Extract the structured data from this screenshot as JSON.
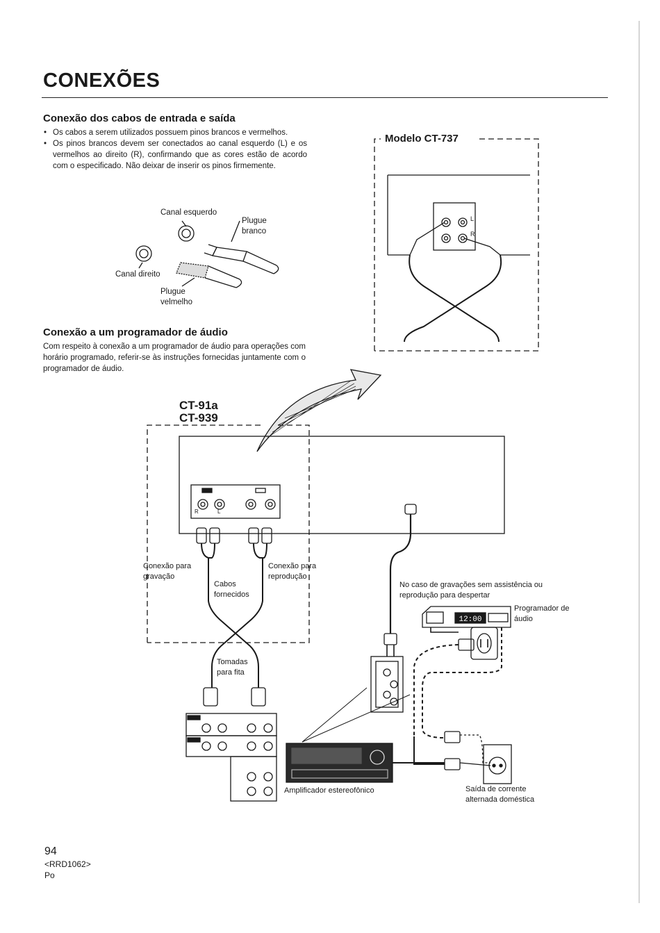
{
  "page": {
    "title": "CONEXÕES",
    "section1": {
      "heading": "Conexão dos cabos de entrada e saída",
      "bullets": [
        "Os cabos a serem utilizados possuem pinos brancos e vermelhos.",
        "Os pinos brancos devem ser conectados ao canal esquerdo (L) e os vermelhos ao direito (R), confirmando que as cores estão de acordo com o especificado. Não deixar de inserir os pinos firmemente."
      ],
      "labels": {
        "left_channel": "Canal esquerdo",
        "white_plug": "Plugue branco",
        "right_channel": "Canal direito",
        "red_plug": "Plugue velmelho"
      }
    },
    "section2": {
      "heading": "Conexão a um programador de áudio",
      "paragraph": "Com respeito à conexão a um programador de áudio para operações com horário programado, referir-se às instruções fornecidas juntamente com o programador de áudio."
    },
    "model_ct737": {
      "label": "Modelo CT-737",
      "jack_r": "R",
      "jack_l": "L"
    },
    "models_main": {
      "line1": "CT-91a",
      "line2": "CT-939"
    },
    "diagram_labels": {
      "rec_connection": "Conexão para gravação",
      "play_connection": "Conexão para reprodução",
      "supplied_cables": "Cabos fornecidos",
      "tape_jacks": "Tomadas para fita",
      "timer_note": "No caso de gravações sem assistência ou reprodução para despertar",
      "audio_timer": "Programador de áudio",
      "timer_display": "12:00",
      "stereo_amp": "Amplificador estereofônico",
      "ac_outlet": "Saída de corrente alternada doméstica",
      "jack_r": "R",
      "jack_l": "L"
    },
    "footer": {
      "page_number": "94",
      "code": "<RRD1062>",
      "lang": "Po"
    }
  }
}
